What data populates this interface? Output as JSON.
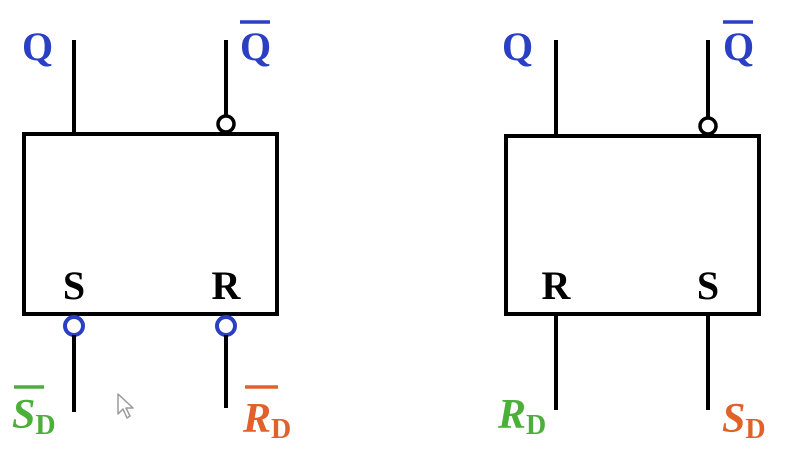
{
  "colors": {
    "stroke": "#000000",
    "output_label": "#2a3fc4",
    "input_bubble": "#2a3fc4",
    "set_input": "#4caf3a",
    "reset_input": "#e0622a",
    "pointer": "#9a9a9a"
  },
  "left_block": {
    "output_q": "Q",
    "output_q_bar": "Q",
    "pin_s": "S",
    "pin_r": "R",
    "input_s_main": "S",
    "input_s_sub": "D",
    "input_r_main": "R",
    "input_r_sub": "D"
  },
  "right_block": {
    "output_q": "Q",
    "output_q_bar": "Q",
    "pin_r": "R",
    "pin_s": "S",
    "input_r_main": "R",
    "input_r_sub": "D",
    "input_s_main": "S",
    "input_s_sub": "D"
  },
  "cursor_icon": "mouse-pointer-icon"
}
